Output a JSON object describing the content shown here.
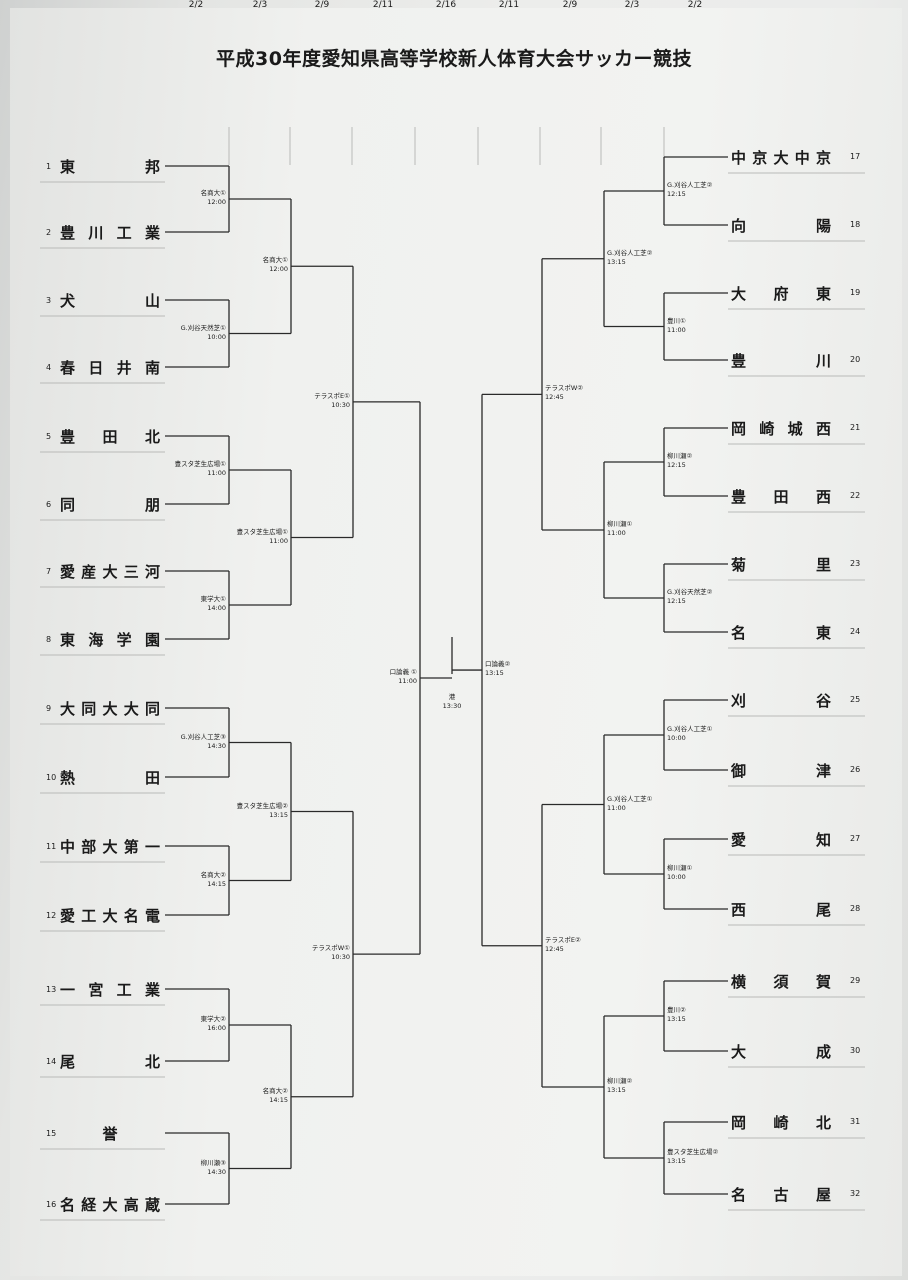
{
  "title": "平成30年度愛知県高等学校新人体育大会サッカー競技",
  "dates": [
    "2/2",
    "2/3",
    "2/9",
    "2/11",
    "2/16",
    "2/11",
    "2/9",
    "2/3",
    "2/2"
  ],
  "teams": [
    {
      "no": "1",
      "name": "東邦"
    },
    {
      "no": "2",
      "name": "豊川工業"
    },
    {
      "no": "3",
      "name": "犬山"
    },
    {
      "no": "4",
      "name": "春日井南"
    },
    {
      "no": "5",
      "name": "豊田北"
    },
    {
      "no": "6",
      "name": "同朋"
    },
    {
      "no": "7",
      "name": "愛産大三河"
    },
    {
      "no": "8",
      "name": "東海学園"
    },
    {
      "no": "9",
      "name": "大同大大同"
    },
    {
      "no": "10",
      "name": "熱田"
    },
    {
      "no": "11",
      "name": "中部大第一"
    },
    {
      "no": "12",
      "name": "愛工大名電"
    },
    {
      "no": "13",
      "name": "一宮工業"
    },
    {
      "no": "14",
      "name": "尾北"
    },
    {
      "no": "15",
      "name": "誉"
    },
    {
      "no": "16",
      "name": "名経大高蔵"
    },
    {
      "no": "17",
      "name": "中京大中京"
    },
    {
      "no": "18",
      "name": "向陽"
    },
    {
      "no": "19",
      "name": "大府東"
    },
    {
      "no": "20",
      "name": "豊川"
    },
    {
      "no": "21",
      "name": "岡崎城西"
    },
    {
      "no": "22",
      "name": "豊田西"
    },
    {
      "no": "23",
      "name": "菊里"
    },
    {
      "no": "24",
      "name": "名東"
    },
    {
      "no": "25",
      "name": "刈谷"
    },
    {
      "no": "26",
      "name": "御津"
    },
    {
      "no": "27",
      "name": "愛知"
    },
    {
      "no": "28",
      "name": "西尾"
    },
    {
      "no": "29",
      "name": "横須賀"
    },
    {
      "no": "30",
      "name": "大成"
    },
    {
      "no": "31",
      "name": "岡崎北"
    },
    {
      "no": "32",
      "name": "名古屋"
    }
  ],
  "matches": {
    "L1": [
      {
        "venue": "名商大①",
        "time": "12:00"
      },
      {
        "venue": "G.刈谷天然芝①",
        "time": "10:00"
      },
      {
        "venue": "豊スタ芝生広場①",
        "time": "11:00"
      },
      {
        "venue": "東学大①",
        "time": "14:00"
      },
      {
        "venue": "G.刈谷人工芝③",
        "time": "14:30"
      },
      {
        "venue": "名商大②",
        "time": "14:15"
      },
      {
        "venue": "東学大②",
        "time": "16:00"
      },
      {
        "venue": "柳川瀬③",
        "time": "14:30"
      }
    ],
    "L2": [
      {
        "venue": "名商大①",
        "time": "12:00"
      },
      {
        "venue": "豊スタ芝生広場①",
        "time": "11:00"
      },
      {
        "venue": "豊スタ芝生広場②",
        "time": "13:15"
      },
      {
        "venue": "名商大②",
        "time": "14:15"
      }
    ],
    "L3": [
      {
        "venue": "テラスポE①",
        "time": "10:30"
      },
      {
        "venue": "テラスポW①",
        "time": "10:30"
      }
    ],
    "L4": {
      "venue": "口論義 ①",
      "time": "11:00"
    },
    "final": {
      "venue": "港",
      "time": "13:30"
    },
    "R4": {
      "venue": "口論義②",
      "time": "13:15"
    },
    "R3": [
      {
        "venue": "テラスポW②",
        "time": "12:45"
      },
      {
        "venue": "テラスポE②",
        "time": "12:45"
      }
    ],
    "R2": [
      {
        "venue": "G.刈谷人工芝②",
        "time": "13:15"
      },
      {
        "venue": "柳川瀬①",
        "time": "11:00"
      },
      {
        "venue": "G.刈谷人工芝①",
        "time": "11:00"
      },
      {
        "venue": "柳川瀬②",
        "time": "13:15"
      }
    ],
    "R1": [
      {
        "venue": "G.刈谷人工芝②",
        "time": "12:15"
      },
      {
        "venue": "豊川①",
        "time": "11:00"
      },
      {
        "venue": "柳川瀬②",
        "time": "12:15"
      },
      {
        "venue": "G.刈谷天然芝②",
        "time": "12:15"
      },
      {
        "venue": "G.刈谷人工芝①",
        "time": "10:00"
      },
      {
        "venue": "柳川瀬①",
        "time": "10:00"
      },
      {
        "venue": "豊川②",
        "time": "13:15"
      },
      {
        "venue": "豊スタ芝生広場②",
        "time": "13:15"
      }
    ]
  }
}
